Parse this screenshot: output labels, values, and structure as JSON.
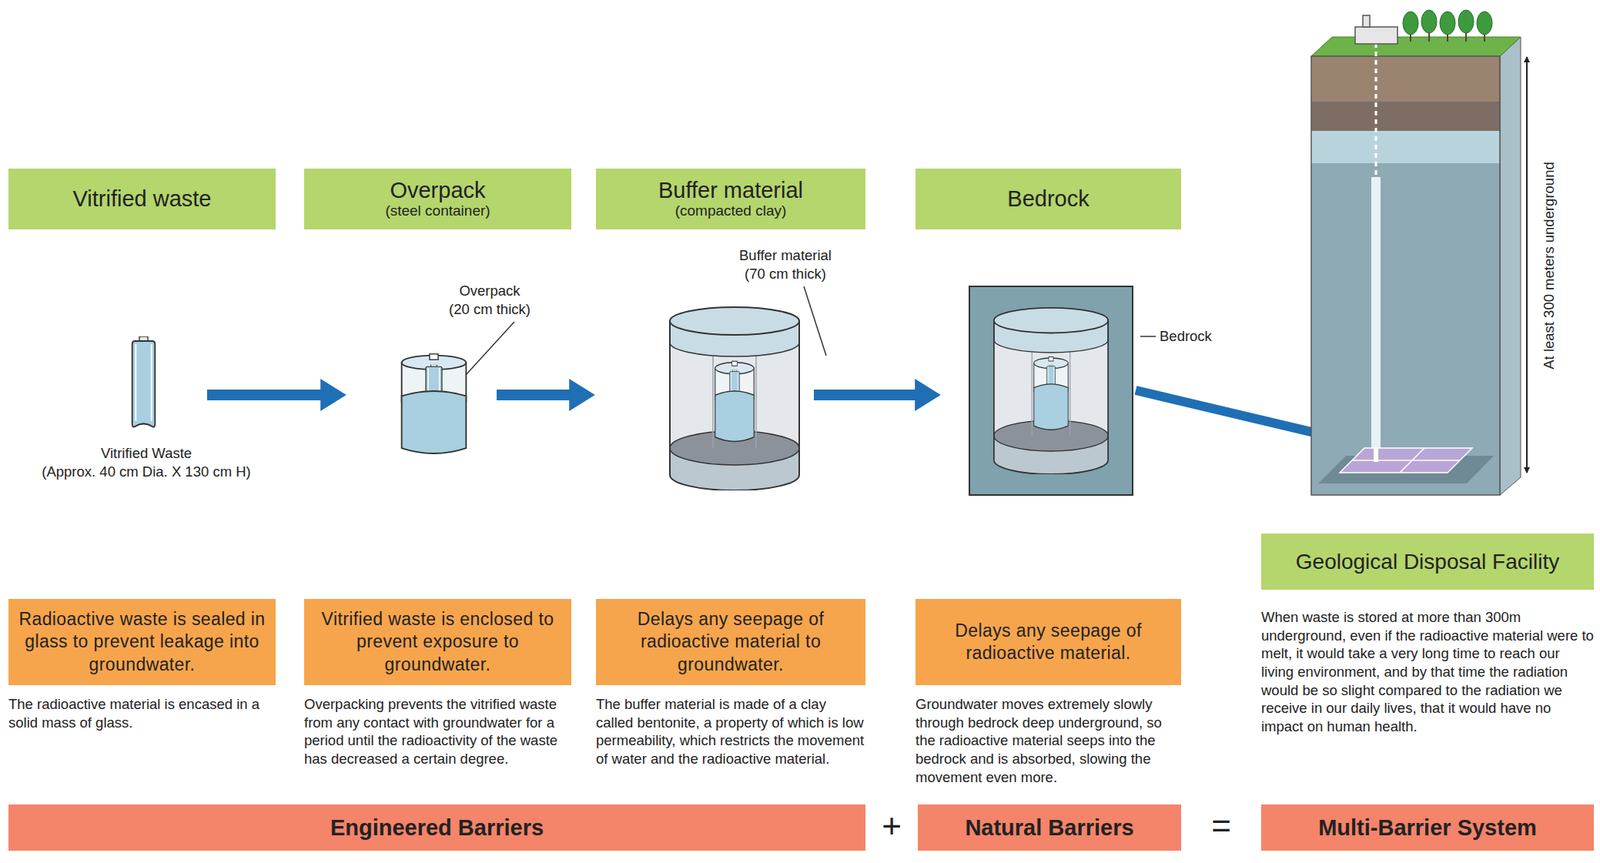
{
  "diagram": {
    "nodes": [
      {
        "text": [
          "Vitrified waste"
        ]
      },
      {
        "text": [
          "Overpack",
          "(steel container)"
        ]
      },
      {
        "text": [
          "Buffer material",
          "(compacted clay)"
        ]
      },
      {
        "text": [
          "Bedrock"
        ]
      },
      {
        "text": [
          "Geological Disposal Facility"
        ]
      },
      {
        "text": [
          "Radioactive waste is sealed in glass to prevent leakage into groundwater."
        ]
      },
      {
        "text": [
          "Vitrified waste is enclosed to prevent exposure to groundwater."
        ]
      },
      {
        "text": [
          "Delays any seepage of radioactive material to groundwater."
        ]
      },
      {
        "text": [
          "Delays any seepage of radioactive material."
        ]
      },
      {
        "text": [
          "Engineered Barriers"
        ]
      },
      {
        "text": [
          "Natural Barriers"
        ]
      },
      {
        "text": [
          "Multi-Barrier System"
        ]
      }
    ],
    "labels": [
      "Vitrified Waste",
      "(Approx. 40 cm Dia. X 130 cm H)",
      "Overpack",
      "(20 cm thick)",
      "Buffer material",
      "(70 cm thick)",
      "Bedrock",
      "At least 300 meters underground",
      "The radioactive material is encased in a solid mass of glass.",
      "Overpacking prevents the vitrified waste from any contact with groundwater for a period until the radioactivity of the waste has decreased a certain degree.",
      "The buffer material is made of a clay called bentonite, a property of which is low permeability, which restricts the movement of water and the radioactive material.",
      "Groundwater moves extremely slowly through bedrock deep underground, so the radioactive material seeps into the bedrock and is absorbed, slowing the movement even more.",
      "When waste is stored at more than 300m underground, even if the radioactive material were to melt, it would take a very long time to reach our living environment, and by that time the radiation would be so slight compared to the radiation we receive in our daily lives, that it would have no impact on human health.",
      "+",
      "="
    ]
  }
}
